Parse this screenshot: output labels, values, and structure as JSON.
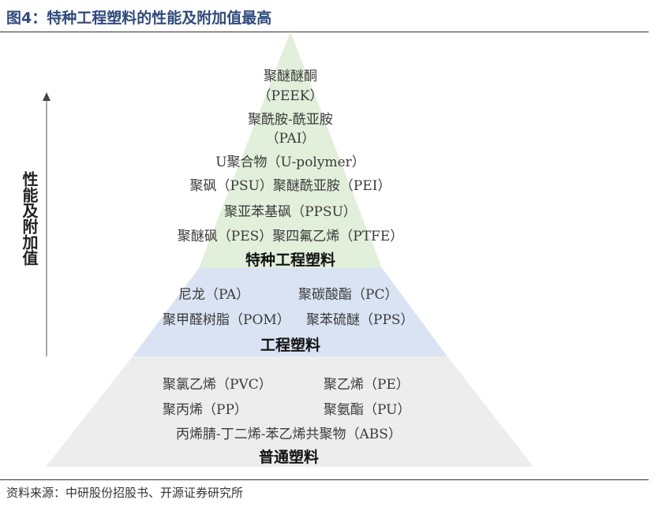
{
  "title": "图4：特种工程塑料的性能及附加值最高",
  "source": "资料来源：中研股份招股书、开源证券研究所",
  "axis_label": "性能及附加值",
  "colors": {
    "special_tier": "#e2efdb",
    "engineering_tier": "#dae3f3",
    "general_tier": "#ededed",
    "title": "#2f4a7a"
  },
  "tiers": {
    "special": {
      "title": "特种工程塑料",
      "lines": [
        "聚醚醚酮",
        "（PEEK）",
        "聚酰胺-酰亚胺",
        "（PAI）",
        "U聚合物（U-polymer）",
        "聚砜（PSU）聚醚酰亚胺（PEI）",
        "聚亚苯基砜（PPSU）",
        "聚醚砜（PES）聚四氟乙烯（PTFE）"
      ]
    },
    "engineering": {
      "title": "工程塑料",
      "items": [
        "尼龙（PA）",
        "聚碳酸酯（PC）",
        "聚甲醛树脂（POM）",
        "聚苯硫醚（PPS）"
      ]
    },
    "general": {
      "title": "普通塑料",
      "items": [
        "聚氯乙烯（PVC）",
        "聚乙烯（PE）",
        "聚丙烯（PP）",
        "聚氨酯（PU）"
      ],
      "last_line": "丙烯腈-丁二烯-苯乙烯共聚物（ABS）"
    }
  }
}
